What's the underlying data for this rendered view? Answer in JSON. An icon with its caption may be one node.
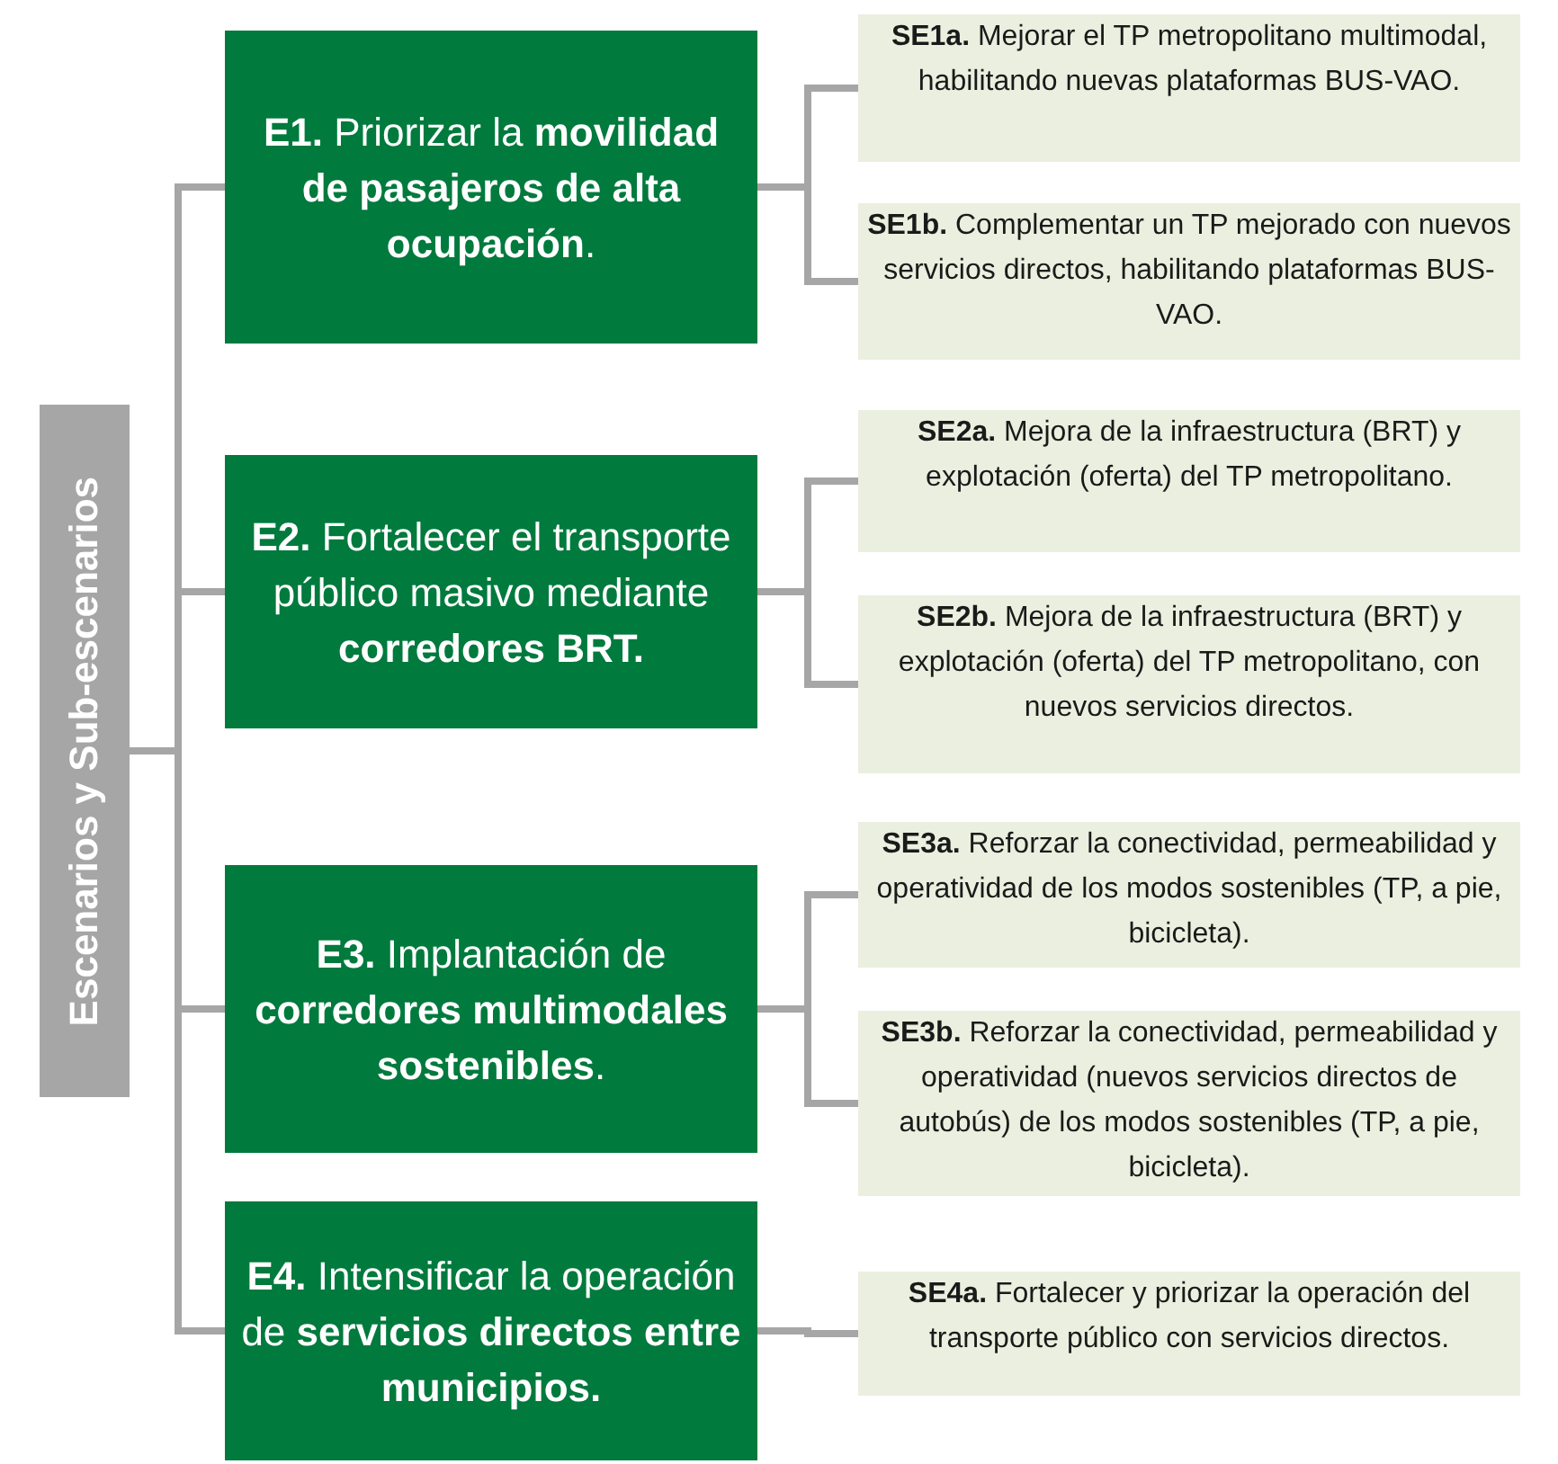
{
  "diagram": {
    "nodes": [
      {
        "text": [
          "Escenarios y Sub-escenarios"
        ]
      },
      {
        "text": [
          "**E1.** Priorizar la **movilidad de pasajeros de alta ocupación**."
        ]
      },
      {
        "text": [
          "**E2.** Fortalecer el transporte público masivo mediante **corredores BRT.**"
        ]
      },
      {
        "text": [
          "**E3.** Implantación de **corredores multimodales sostenibles**."
        ]
      },
      {
        "text": [
          "**E4.** Intensificar la operación de **servicios directos entre municipios.**"
        ]
      },
      {
        "text": [
          "**SE1a.** Mejorar el TP metropolitano multimodal,  habilitando nuevas plataformas BUS-VAO."
        ]
      },
      {
        "text": [
          "**SE1b.** Complementar un TP mejorado con nuevos servicios directos, habilitando plataformas BUS-VAO."
        ]
      },
      {
        "text": [
          "**SE2a.** Mejora de la infraestructura (BRT) y explotación (oferta) del TP metropolitano."
        ]
      },
      {
        "text": [
          "**SE2b.** Mejora de la infraestructura (BRT) y explotación (oferta) del TP metropolitano, con nuevos servicios directos."
        ]
      },
      {
        "text": [
          "**SE3a.** Reforzar la conectividad, permeabilidad y operatividad de los modos sostenibles (TP, a pie, bicicleta)."
        ]
      },
      {
        "text": [
          "**SE3b.** Reforzar la conectividad, permeabilidad y operatividad (nuevos servicios directos de autobús) de los modos sostenibles (TP, a pie, bicicleta)."
        ]
      },
      {
        "text": [
          "**SE4a.** Fortalecer y priorizar la operación del transporte público con servicios directos."
        ]
      }
    ],
    "edges": [
      {
        "from": 0,
        "to": 1,
        "arrow": "none"
      },
      {
        "from": 0,
        "to": 2,
        "arrow": "none"
      },
      {
        "from": 0,
        "to": 3,
        "arrow": "none"
      },
      {
        "from": 0,
        "to": 4,
        "arrow": "none"
      },
      {
        "from": 1,
        "to": 5,
        "arrow": "none"
      },
      {
        "from": 1,
        "to": 6,
        "arrow": "none"
      },
      {
        "from": 2,
        "to": 7,
        "arrow": "none"
      },
      {
        "from": 2,
        "to": 8,
        "arrow": "none"
      },
      {
        "from": 3,
        "to": 9,
        "arrow": "none"
      },
      {
        "from": 3,
        "to": 10,
        "arrow": "none"
      },
      {
        "from": 4,
        "to": 11,
        "arrow": "none"
      }
    ]
  }
}
